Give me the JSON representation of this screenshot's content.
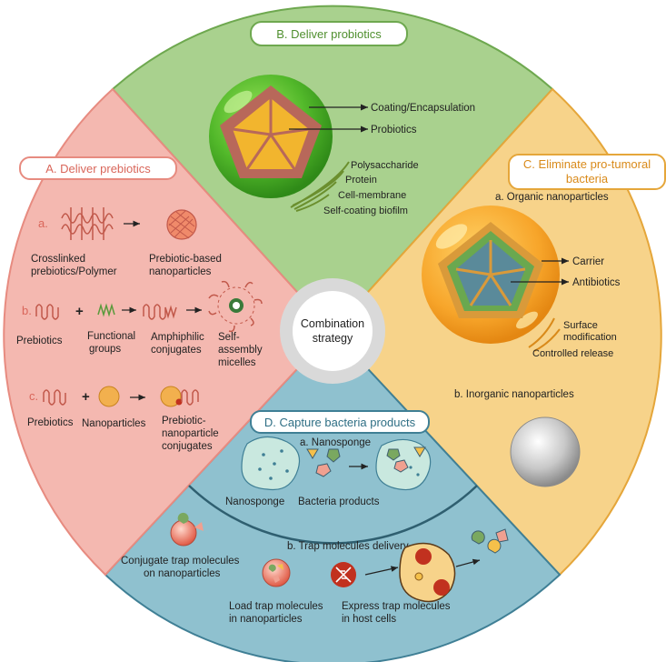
{
  "colors": {
    "prebiotic_fill": "#f4b8b0",
    "prebiotic_edge": "#e78b80",
    "probiotic_fill": "#a9d18e",
    "probiotic_edge": "#6ea84f",
    "bacteria_fill": "#f7d38a",
    "bacteria_edge": "#e5a63a",
    "capture_fill": "#8fc1cf",
    "capture_edge": "#3f7f95"
  },
  "center": {
    "line1": "Combination",
    "line2": "strategy"
  },
  "probiotics": {
    "title": "B. Deliver probiotics",
    "coating": "Coating/Encapsulation",
    "probiotics_label": "Probiotics",
    "layers": [
      "Polysaccharide",
      "Protein",
      "Cell-membrane",
      "Self-coating biofilm"
    ]
  },
  "prebiotics": {
    "title": "A. Deliver prebiotics",
    "a": {
      "marker": "a.",
      "left1": "Crosslinked",
      "left2": "prebiotics/Polymer",
      "right1": "Prebiotic-based",
      "right2": "nanoparticles"
    },
    "b": {
      "marker": "b.",
      "prebiotics": "Prebiotics",
      "functional1": "Functional",
      "functional2": "groups",
      "amphiphilic1": "Amphiphilic",
      "amphiphilic2": "conjugates",
      "self1": "Self-",
      "self2": "assembly",
      "self3": "micelles"
    },
    "c": {
      "marker": "c.",
      "prebiotics": "Prebiotics",
      "nanoparticles": "Nanoparticles",
      "conj1": "Prebiotic-",
      "conj2": "nanoparticle",
      "conj3": "conjugates"
    },
    "plus": "+"
  },
  "bacteria": {
    "title1": "C. Eliminate pro-tumoral",
    "title2": "bacteria",
    "organic": "a. Organic nanoparticles",
    "carrier": "Carrier",
    "antibiotics": "Antibiotics",
    "surface1": "Surface",
    "surface2": "modification",
    "controlled": "Controlled release",
    "inorganic": "b. Inorganic nanoparticles"
  },
  "capture": {
    "title": "D. Capture bacteria products",
    "nanosponge_header": "a. Nanosponge",
    "nanosponge": "Nanosponge",
    "bacteria_products": "Bacteria products",
    "trap_header": "b. Trap molecules delivery",
    "conjugate1": "Conjugate trap molecules",
    "conjugate2": "on nanoparticles",
    "load1": "Load trap molecules",
    "load2": "in nanoparticles",
    "express1": "Express trap molecules",
    "express2": "in host cells"
  }
}
